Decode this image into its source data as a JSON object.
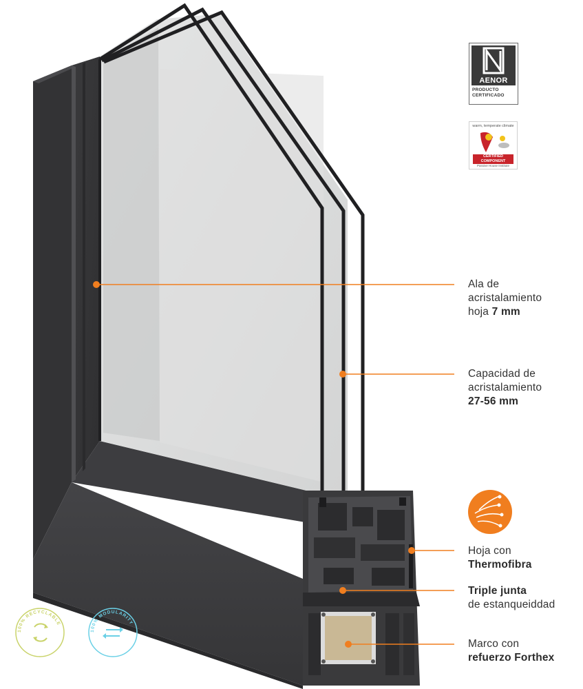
{
  "colors": {
    "accent": "#f07e1f",
    "frame": "#3b3b3d",
    "glass": "#dbdcdc",
    "recyclable": "#c9d36a",
    "modularity": "#6ad0e6",
    "passive_red": "#c8242b"
  },
  "callouts": [
    {
      "id": "glazing-wing",
      "lines": [
        "Ala de",
        "acristalamiento"
      ],
      "last_plain": "hoja ",
      "last_bold": "7 mm"
    },
    {
      "id": "glazing-capacity",
      "lines": [
        "Capacidad de",
        "acristalamiento"
      ],
      "last_plain": "",
      "last_bold": "27-56 mm"
    },
    {
      "id": "thermofibra",
      "lines": [
        "Hoja con"
      ],
      "last_plain": "",
      "last_bold": "Thermofibra"
    },
    {
      "id": "triple-seal",
      "first_bold": "Triple junta",
      "lines": [],
      "last_plain": "de estanqueiddad",
      "last_bold": ""
    },
    {
      "id": "forthex",
      "lines": [
        "Marco con"
      ],
      "last_plain": "",
      "last_bold": "refuerzo Forthex"
    }
  ],
  "badges": {
    "aenor": {
      "word": "AENOR",
      "sub_line1": "PRODUCTO",
      "sub_line2": "CERTIFICADO"
    },
    "passive_house": {
      "top": "warm, temperate climate",
      "cert_line1": "CERTIFIED",
      "cert_line2": "COMPONENT",
      "institute": "Passive House Institute"
    },
    "recyclable": {
      "text": "100% RECYCLABLE"
    },
    "modularity": {
      "text": "100% MODULARITY"
    }
  }
}
